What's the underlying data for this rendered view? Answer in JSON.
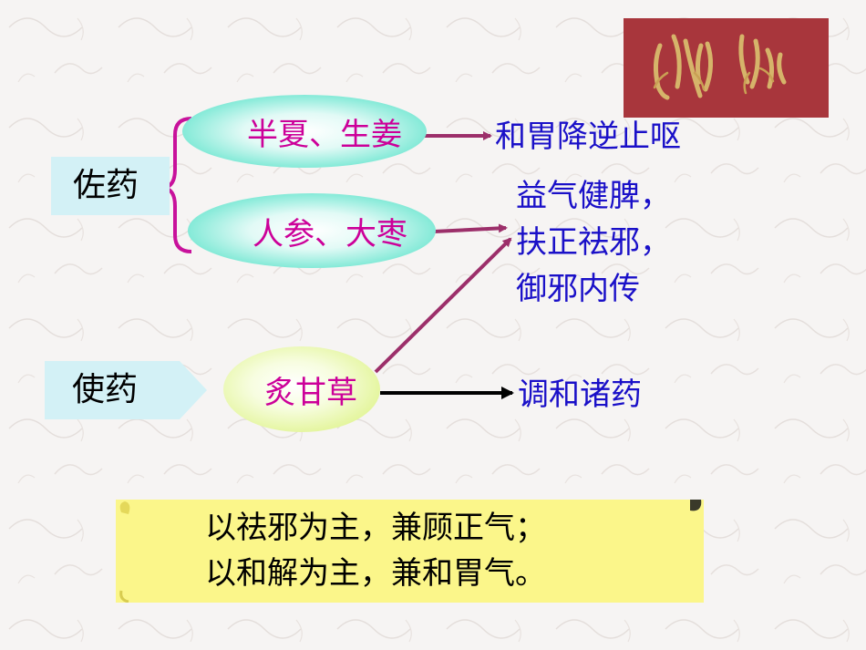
{
  "slide": {
    "role_labels": {
      "assistant": "佐药",
      "envoy": "使药"
    },
    "herbs": {
      "pinellia_ginger": "半夏、生姜",
      "ginseng_jujube": "人参、大枣",
      "licorice": "炙甘草"
    },
    "effects": {
      "harmonize_stomach": "和胃降逆止呕",
      "qi_line1": "益气健脾，",
      "qi_line2": "扶正祛邪，",
      "qi_line3": "御邪内传",
      "harmonize_herbs": "调和诸药"
    },
    "summary": {
      "line1": "以祛邪为主，兼顾正气；",
      "line2": "以和解为主，兼和胃气。"
    }
  },
  "colors": {
    "herb_text": "#cc0099",
    "effect_text": "#1a10c8",
    "arrow_magenta": "#9c2f6a",
    "label_bg": "#d3f1f6",
    "scroll_bg": "#fbf68a",
    "brace": "#c8119b"
  },
  "icons": {
    "brace": "curly-brace",
    "photo": "dried-root-herb-photo"
  }
}
